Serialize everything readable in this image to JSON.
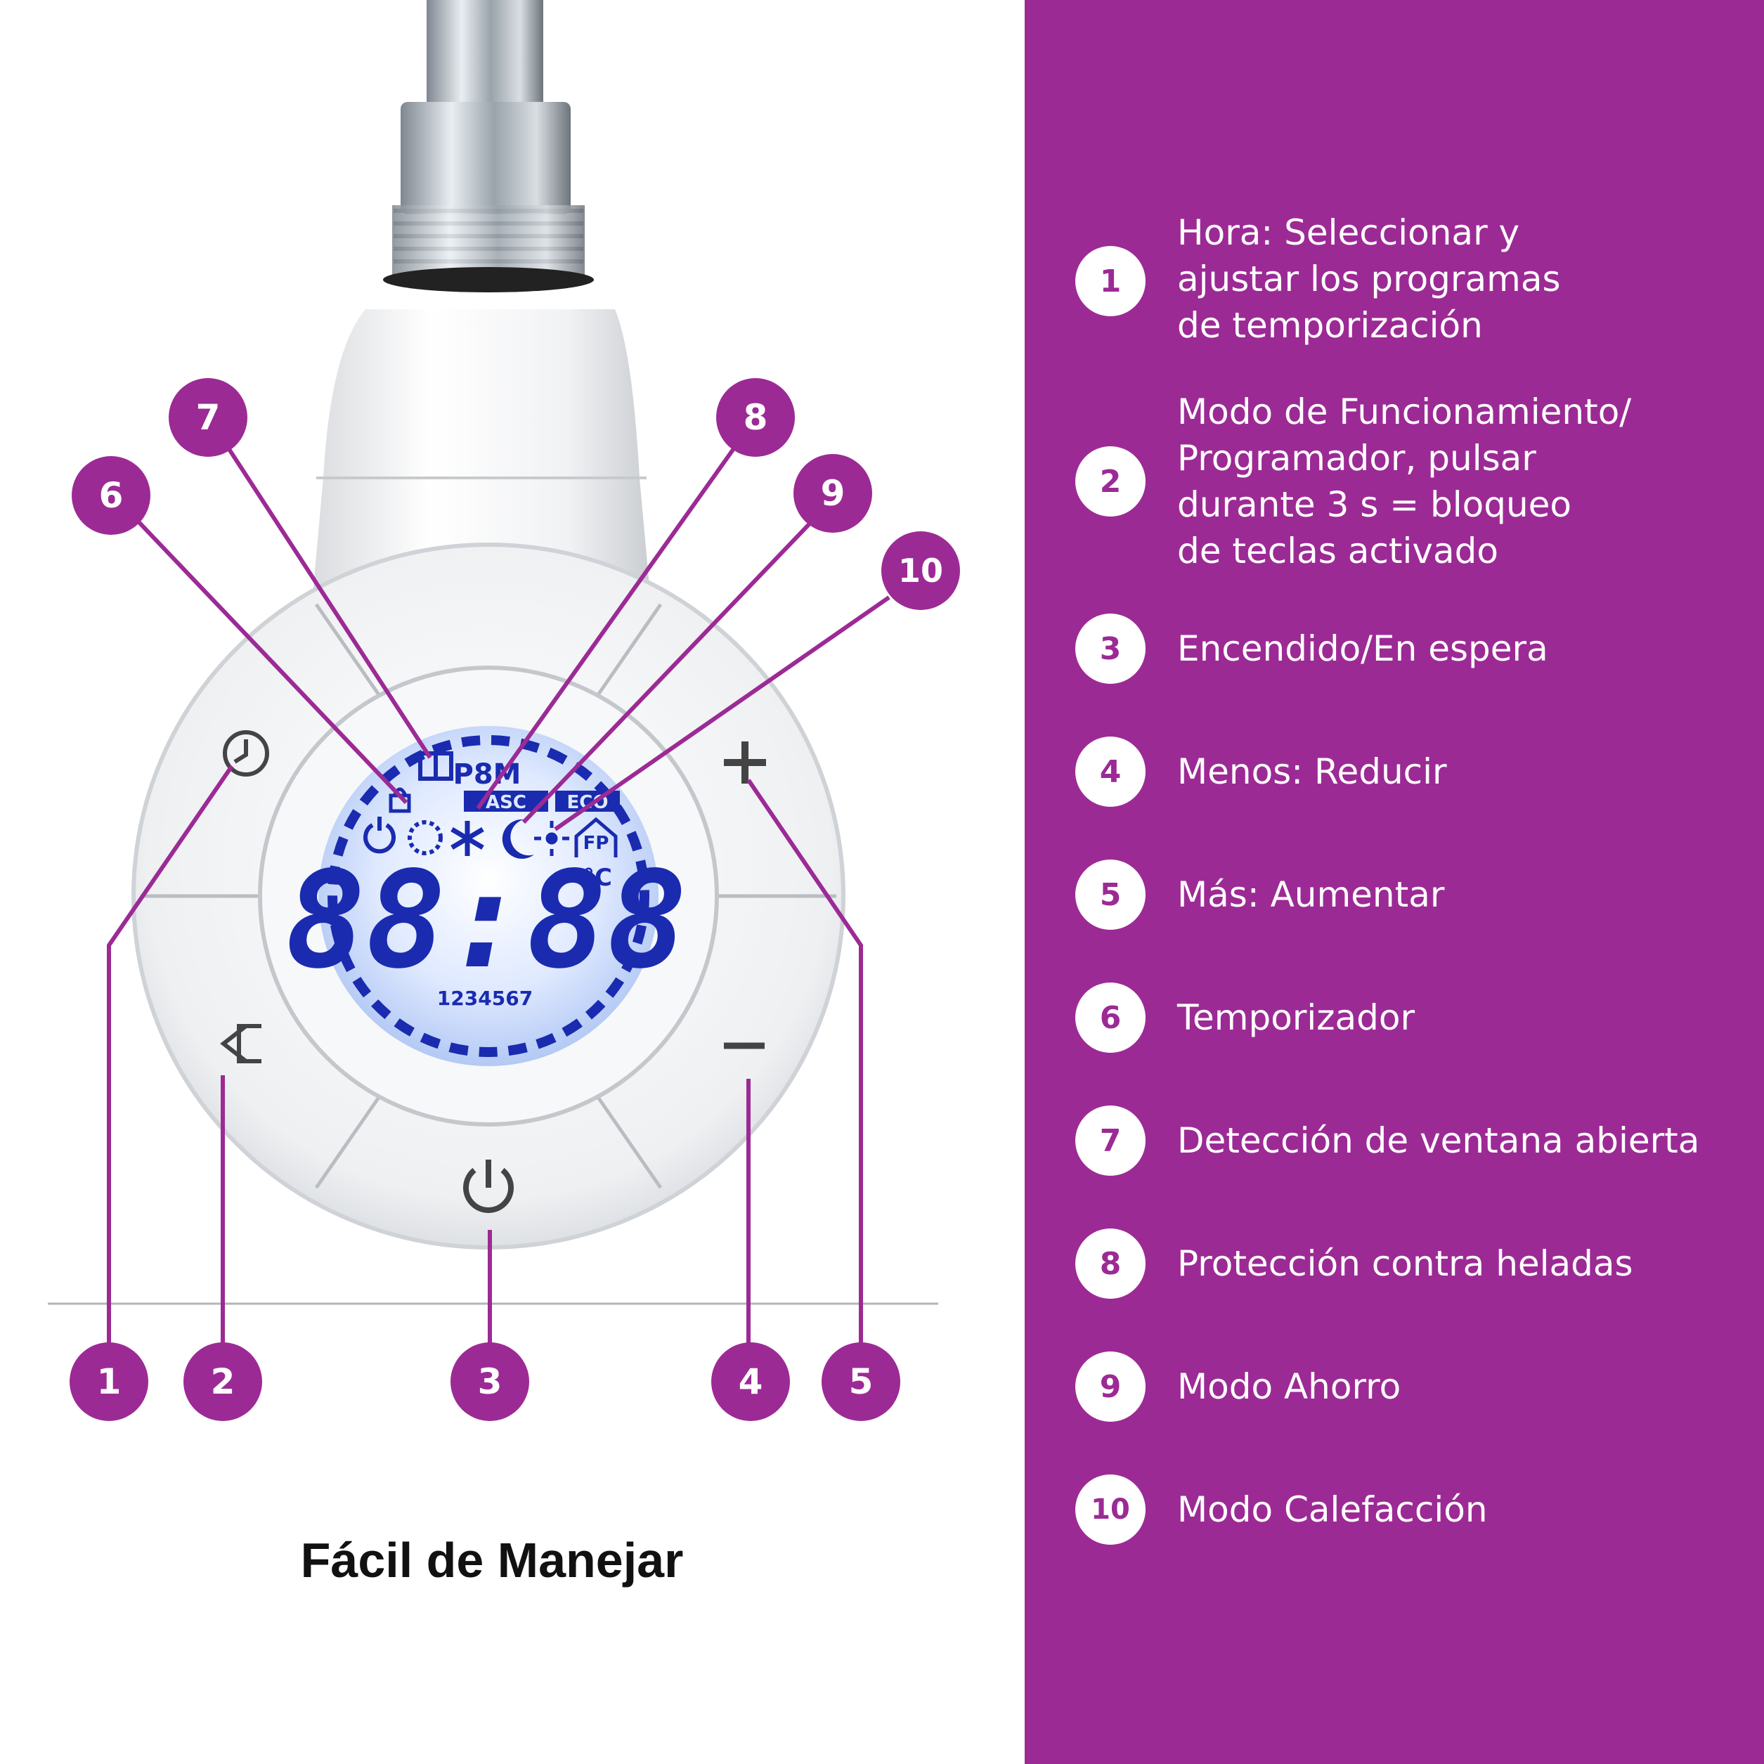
{
  "caption": "Fácil de Manejar",
  "accent_color": "#9c2a95",
  "lcd_color": "#1a2bb0",
  "lcd_text": {
    "digits": "88:88",
    "program_badge": "P8M",
    "mode_asc": "ASC",
    "mode_eco": "ECO",
    "fp_badge": "FP",
    "temp_unit": "°C",
    "days": "1234567"
  },
  "callouts": {
    "c1": "1",
    "c2": "2",
    "c3": "3",
    "c4": "4",
    "c5": "5",
    "c6": "6",
    "c7": "7",
    "c8": "8",
    "c9": "9",
    "c10": "10"
  },
  "legend": [
    {
      "num": "1",
      "label": "Hora: Seleccionar y\najustar los programas\nde temporización"
    },
    {
      "num": "2",
      "label": "Modo de Funcionamiento/\nProgramador,  pulsar\ndurante 3 s = bloqueo\nde teclas activado"
    },
    {
      "num": "3",
      "label": "Encendido/En espera"
    },
    {
      "num": "4",
      "label": "Menos: Reducir"
    },
    {
      "num": "5",
      "label": "Más: Aumentar"
    },
    {
      "num": "6",
      "label": "Temporizador"
    },
    {
      "num": "7",
      "label": "Detección de ventana abierta"
    },
    {
      "num": "8",
      "label": "Protección contra heladas"
    },
    {
      "num": "9",
      "label": "Modo Ahorro"
    },
    {
      "num": "10",
      "label": "Modo Calefacción"
    }
  ],
  "icons": {
    "button_1": "clock-icon",
    "button_2": "mode-arrow-icon",
    "button_3": "power-icon",
    "button_4": "minus-icon",
    "button_5": "plus-icon"
  }
}
